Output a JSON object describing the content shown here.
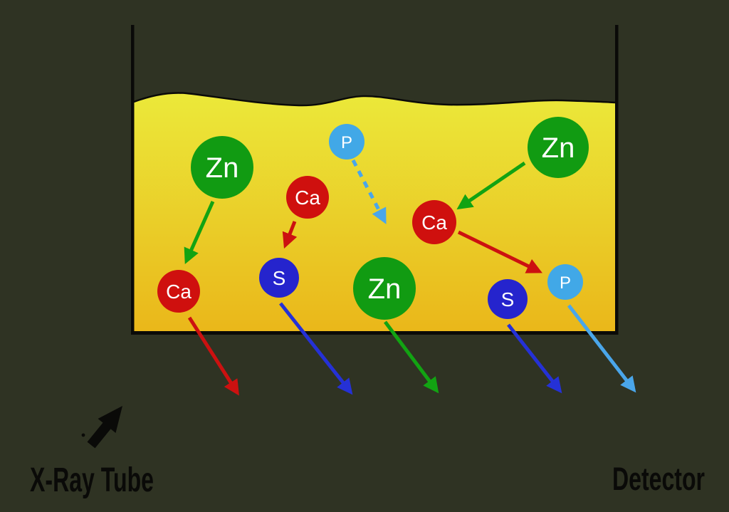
{
  "diagram": {
    "kind": "xrf-sample-diagram",
    "labels": {
      "xray_tube": "X-Ray Tube",
      "detector": "Detector"
    },
    "atoms": [
      {
        "symbol": "Zn",
        "element": "zinc",
        "color": "#119b12",
        "position": "upper-left"
      },
      {
        "symbol": "Ca",
        "element": "calcium",
        "color": "#cf100e",
        "position": "upper-mid-left"
      },
      {
        "symbol": "P",
        "element": "phosphorus",
        "color": "#41a8e7",
        "position": "top-center"
      },
      {
        "symbol": "Zn",
        "element": "zinc",
        "color": "#119b12",
        "position": "upper-right"
      },
      {
        "symbol": "Ca",
        "element": "calcium",
        "color": "#cf100e",
        "position": "center"
      },
      {
        "symbol": "Ca",
        "element": "calcium",
        "color": "#cf100e",
        "position": "lower-left"
      },
      {
        "symbol": "S",
        "element": "sulfur",
        "color": "#2524cd",
        "position": "lower-mid-left"
      },
      {
        "symbol": "Zn",
        "element": "zinc",
        "color": "#119b12",
        "position": "lower-center"
      },
      {
        "symbol": "S",
        "element": "sulfur",
        "color": "#2524cd",
        "position": "lower-right"
      },
      {
        "symbol": "P",
        "element": "phosphorus",
        "color": "#41a8e7",
        "position": "lower-far-right"
      }
    ],
    "colors": {
      "background": "#2f3323",
      "ink": "#0a0a08",
      "liquid_top": "#ebe93a",
      "liquid_bottom": "#eab71a",
      "arrow_green": "#12a312",
      "arrow_red": "#cc1110",
      "arrow_blue": "#2531d6",
      "arrow_light_blue": "#4aa6ea",
      "atom_text": "#ffffff"
    }
  }
}
